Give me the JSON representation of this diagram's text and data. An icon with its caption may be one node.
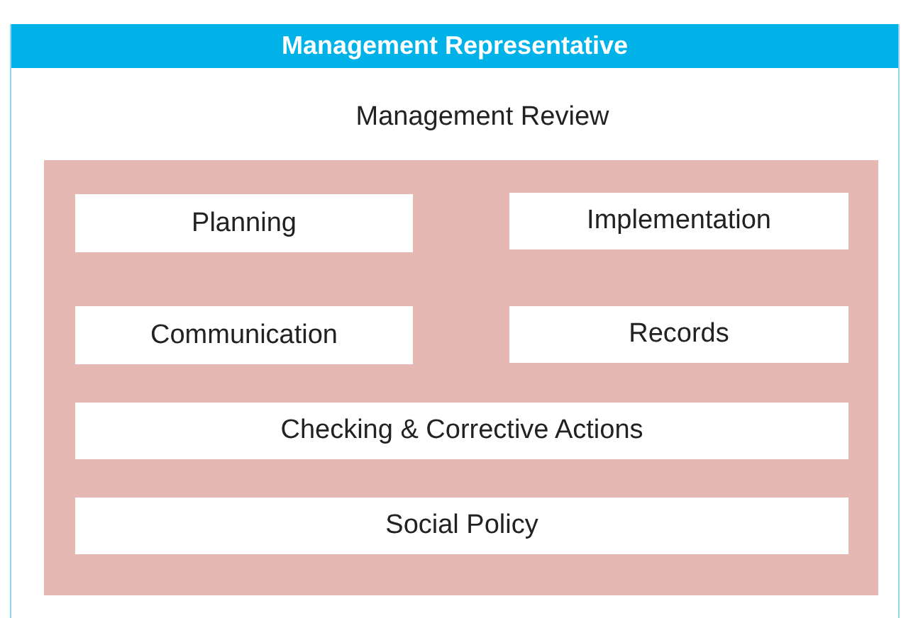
{
  "diagram": {
    "nodes": [
      {
        "text": [
          "Management Representative",
          "Management Review"
        ]
      },
      {
        "text": [],
        "shape": "box",
        "in": 0
      },
      {
        "text": [
          "Planning"
        ],
        "in": 1
      },
      {
        "text": [
          "Implementation"
        ],
        "in": 1
      },
      {
        "text": [
          "Communication"
        ],
        "in": 1
      },
      {
        "text": [
          "Records"
        ],
        "in": 1
      },
      {
        "text": [
          "Checking & Corrective Actions"
        ],
        "in": 1
      },
      {
        "text": [
          "Social Policy"
        ],
        "in": 1
      }
    ]
  }
}
